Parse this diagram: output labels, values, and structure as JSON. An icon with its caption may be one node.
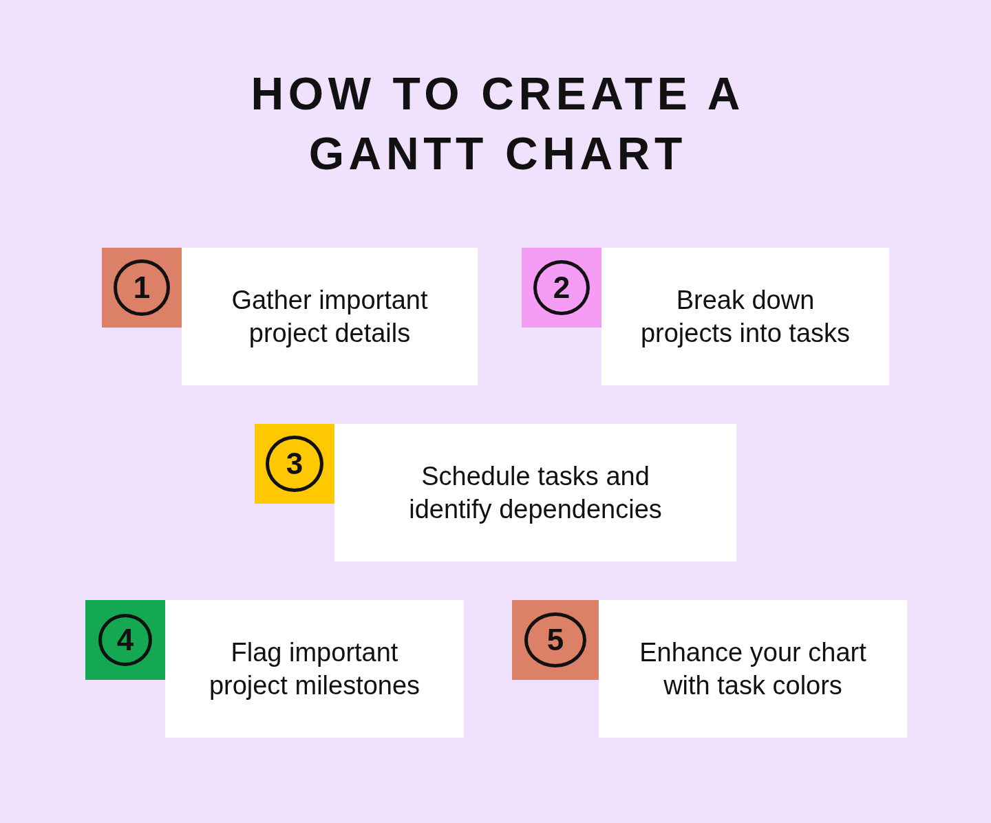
{
  "diagram": {
    "title": "HOW TO CREATE A GANTT CHART",
    "nodes": [
      {
        "text": [
          "1"
        ]
      },
      {
        "text": [
          "Gather important project details"
        ]
      },
      {
        "text": [
          "2"
        ]
      },
      {
        "text": [
          "Break down projects into tasks"
        ]
      },
      {
        "text": [
          "3"
        ]
      },
      {
        "text": [
          "Schedule tasks and identify dependencies"
        ]
      },
      {
        "text": [
          "4"
        ]
      },
      {
        "text": [
          "Flag important project milestones"
        ]
      },
      {
        "text": [
          "5"
        ]
      },
      {
        "text": [
          "Enhance your chart with task colors"
        ]
      }
    ]
  }
}
